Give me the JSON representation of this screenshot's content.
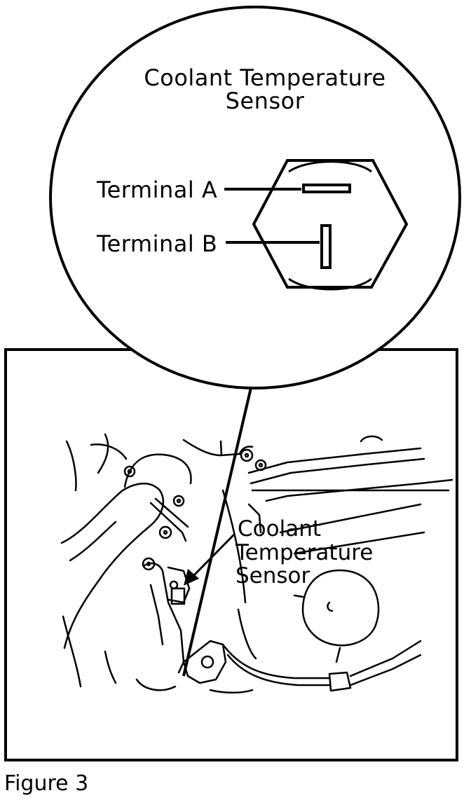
{
  "callout": {
    "title_line1": "Coolant Temperature",
    "title_line2": "Sensor",
    "terminal_a": "Terminal A",
    "terminal_b": "Terminal B"
  },
  "engine": {
    "label_line1": "Coolant",
    "label_line2": "Temperature",
    "label_line3": "Sensor"
  },
  "caption": "Figure 3"
}
